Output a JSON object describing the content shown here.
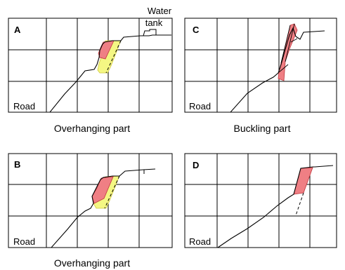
{
  "colors": {
    "grid": "#000000",
    "slope_line": "#000000",
    "red_fill": "#ef7f84",
    "red_stroke": "#c0353c",
    "yellow_fill": "#f4f783",
    "yellow_stroke": "#d0c840"
  },
  "panels": [
    {
      "id": "A",
      "letter": "A",
      "road_label": "Road",
      "water_label_line1": "Water",
      "water_label_line2": "tank",
      "caption": "Overhanging part"
    },
    {
      "id": "C",
      "letter": "C",
      "road_label": "Road",
      "caption": "Buckling part"
    },
    {
      "id": "B",
      "letter": "B",
      "road_label": "Road",
      "caption": "Overhanging part"
    },
    {
      "id": "D",
      "letter": "D",
      "road_label": "Road"
    }
  ]
}
